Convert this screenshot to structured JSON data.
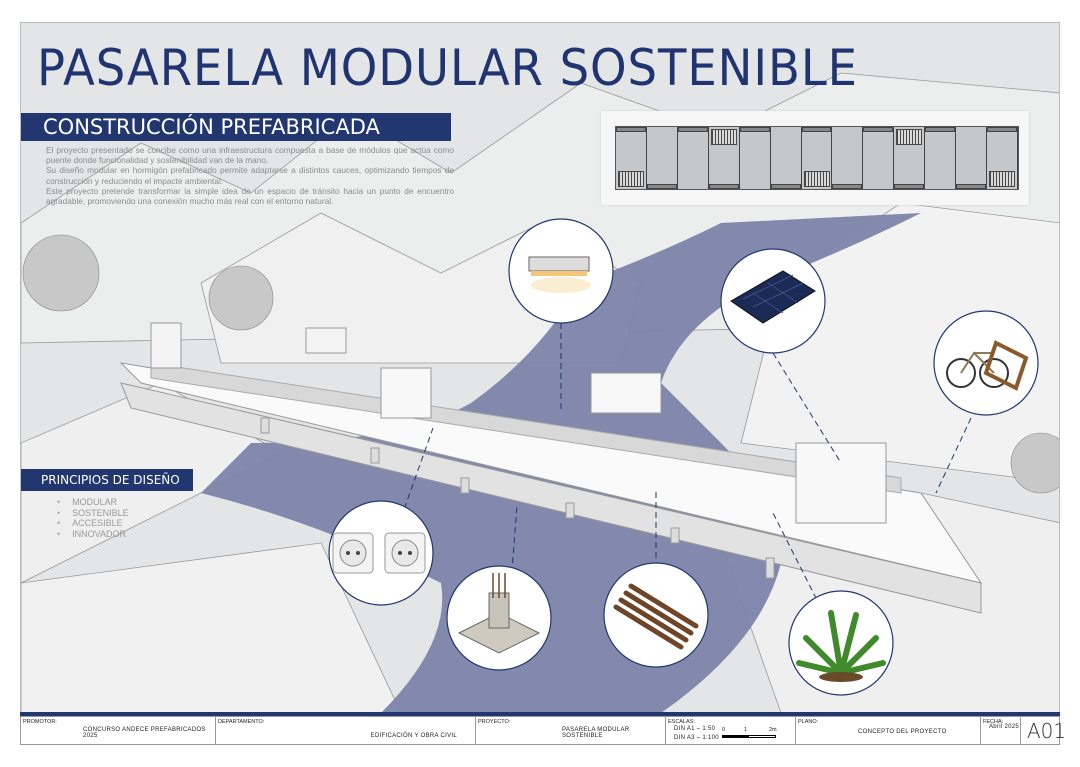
{
  "title": "PASARELA MODULAR SOSTENIBLE",
  "subtitle": "CONSTRUCCIÓN PREFABRICADA",
  "intro": [
    "El proyecto presentado se concibe como una infraestructura compuesta a base de módulos que actúa como puente donde funcionalidad y sostenibilidad van de la mano.",
    "Su diseño modular en hormigón prefabricado permite adaptarse a distintos cauces, optimizando tiempos de construcción y reduciendo el impacte ambiental.",
    "Este proyecto pretende transformar la simple idea de un espacio de tránsito hacia un punto de encuentro agradable, promoviendo una conexión mucho más real con el entorno natural."
  ],
  "principles": {
    "heading": "PRINCIPIOS DE DISEÑO",
    "items": [
      "MODULAR",
      "SOSTENIBLE",
      "ACCESIBLE",
      "INNOVADOR"
    ]
  },
  "plan_modules": [
    "grid-bottom",
    "plain",
    "plain",
    "grid-top",
    "plain",
    "plain",
    "grid-bottom",
    "plain",
    "plain",
    "grid-top",
    "plain",
    "plain",
    "grid-bottom"
  ],
  "callouts": [
    "led-light",
    "solar-panel",
    "bike-rack",
    "power-outlets",
    "rebar-footing",
    "wood-planks",
    "fern-plant"
  ],
  "colors": {
    "brand": "#22376f",
    "river": "#7c84aa"
  },
  "titleblock": {
    "promotor_label": "PROMOTOR:",
    "promotor": "CONCURSO ANDECE PREFABRICADOS 2025",
    "departamento_label": "DEPARTAMENTO:",
    "departamento": "EDIFICACIÓN Y OBRA CIVIL",
    "proyecto_label": "PROYECTO:",
    "proyecto": "PASARELA MODULAR SOSTENIBLE",
    "escalas_label": "ESCALAS:",
    "escala1": "DIN A1 – 1:50",
    "escala2": "DIN A3 – 1:100",
    "scale_ticks": [
      "0",
      "1",
      "2m"
    ],
    "plano_label": "PLANO:",
    "plano": "CONCEPTO DEL PROYECTO",
    "fecha_label": "FECHA:",
    "fecha": "Abril 2025",
    "sheet": "A01"
  }
}
